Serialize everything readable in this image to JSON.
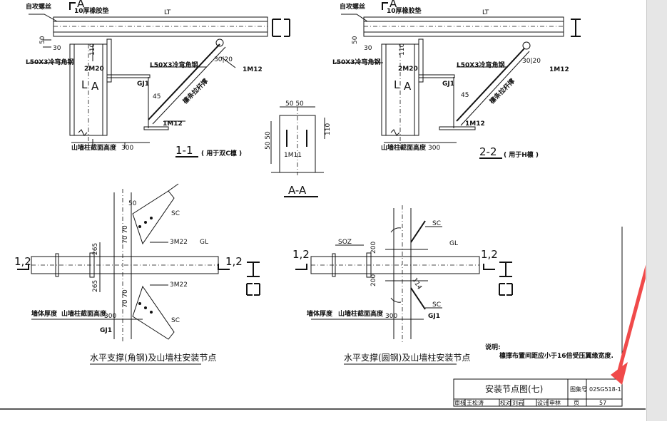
{
  "drawing": {
    "top_left": {
      "screw_label": "自攻螺丝",
      "section_mark": "A",
      "pad_label": "10厚橡胶垫",
      "lt_label": "LT",
      "angle_label": "L50X3冷弯角钢",
      "bolt_2m20": "2M20",
      "angle_label_2": "L50X3冷弯角钢",
      "la_label": "A",
      "gj_label": "GJ1",
      "bolt_1m12a": "1M12",
      "bolt_1m12b": "1M12",
      "support_label": "檩条拉杆撑",
      "angle_45": "45",
      "dim_30_20": "30|20",
      "dim_50": "50",
      "dim_30": "30",
      "dim_110": "110",
      "dim_300": "300",
      "col_label": "山墙柱截面高度",
      "section_title": "1-1",
      "section_note": "( 用于双C檩 )"
    },
    "top_right": {
      "screw_label": "自攻螺丝",
      "section_mark": "A",
      "pad_label": "10厚橡胶垫",
      "lt_label": "LT",
      "angle_label": "L50X3冷弯角钢",
      "bolt_2m20": "2M20",
      "angle_label_2": "L50X3冷弯角钢",
      "la_label": "A",
      "gj_label": "GJ1",
      "bolt_1m12a": "1M12",
      "bolt_1m12b": "1M12",
      "support_label": "檩条拉杆撑",
      "angle_45": "45",
      "dim_30_20": "30|20",
      "dim_50": "50",
      "dim_30": "30",
      "dim_110": "110",
      "dim_300": "300",
      "col_label": "山墙柱截面高度",
      "section_title": "2-2",
      "section_note": "( 用于H檩 )"
    },
    "section_aa": {
      "dim_top": "50 50",
      "dim_left": "50 50",
      "dim_right": "110",
      "bolt": "1M11",
      "title": "A-A"
    },
    "bottom_left": {
      "section_mark": "1,2",
      "section_mark_r": "1,2",
      "sc_top": "SC",
      "sc_bottom": "SC",
      "bolt_top": "3M22",
      "bolt_bottom": "3M22",
      "gl": "GL",
      "dim_50": "50",
      "dim_70a": "70 70",
      "dim_70b": "70 70",
      "dim_265a": "265",
      "dim_265b": "265",
      "dim_300": "300",
      "gj": "GJ1",
      "wall_label": "墙体厚度",
      "col_label": "山墙柱截面高度",
      "caption": "水平支撑(角钢)及山墙柱安装节点"
    },
    "bottom_right": {
      "section_mark": "1,2",
      "section_mark_r": "1,2",
      "sc_top": "SC",
      "sc_bottom": "SC",
      "bolt": "SOZ",
      "gl": "GL",
      "dim_200a": "200",
      "dim_200b": "200",
      "dim_300": "300",
      "gj": "GJ1",
      "dim_114": "114",
      "wall_label": "墙体厚度",
      "col_label": "山墙柱截面高度",
      "caption": "水平支撑(圆钢)及山墙柱安装节点"
    },
    "note": {
      "heading": "说明:",
      "text": "檩撑布置间距应小于16倍受压翼缘宽度."
    }
  },
  "title_block": {
    "title": "安装节点图(七)",
    "atlas_label": "图集号",
    "atlas_value": "02SG518-1",
    "page_label": "页",
    "page_value": "57",
    "review_label": "审核",
    "review_sign": "王松涛",
    "check_label": "校对",
    "check_sign": "刘岩",
    "design_label": "设计",
    "design_sign": "申林"
  },
  "annotation": {
    "arrow_color": "#f04a4a"
  }
}
